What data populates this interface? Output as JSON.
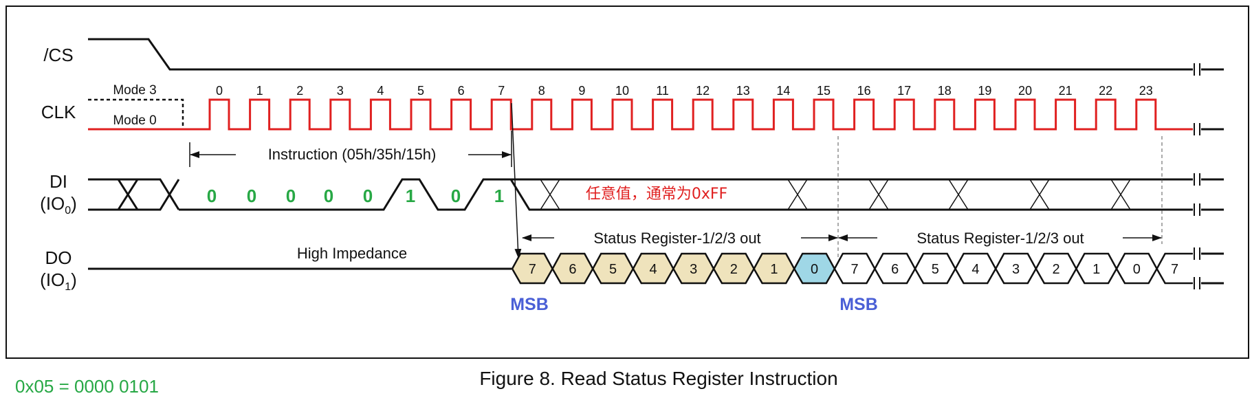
{
  "signals": {
    "cs": "/CS",
    "clk": "CLK",
    "di_name": "DI",
    "di_pin_prefix": "(IO",
    "di_pin_sub": "0",
    "di_pin_suffix": ")",
    "do_name": "DO",
    "do_pin_prefix": "(IO",
    "do_pin_sub": "1",
    "do_pin_suffix": ")"
  },
  "clock": {
    "mode3": "Mode 3",
    "mode0": "Mode 0",
    "cycles": [
      "0",
      "1",
      "2",
      "3",
      "4",
      "5",
      "6",
      "7",
      "8",
      "9",
      "10",
      "11",
      "12",
      "13",
      "14",
      "15",
      "16",
      "17",
      "18",
      "19",
      "20",
      "21",
      "22",
      "23"
    ]
  },
  "instruction": {
    "label": "Instruction (05h/35h/15h)",
    "bits": [
      "0",
      "0",
      "0",
      "0",
      "0",
      "1",
      "0",
      "1"
    ]
  },
  "di_note": "任意值，通常为0xFF",
  "do": {
    "high_impedance": "High Impedance",
    "status_label_1": "Status Register-1/2/3 out",
    "status_label_2": "Status Register-1/2/3 out",
    "byte1": [
      "7",
      "6",
      "5",
      "4",
      "3",
      "2",
      "1",
      "0"
    ],
    "byte2": [
      "7",
      "6",
      "5",
      "4",
      "3",
      "2",
      "1",
      "0"
    ],
    "trailing": "7",
    "msb_1": "MSB",
    "msb_2": "MSB"
  },
  "caption": "Figure 8. Read Status Register Instruction",
  "side_note": "0x05 = 0000 0101",
  "colors": {
    "clock_line": "#e02020",
    "bit_text": "#27a845",
    "byte1_fill": "#efe3bc",
    "lsb_fill": "#9fd7e6",
    "msb_text": "#4a5fd6",
    "note_text": "#e02020"
  }
}
